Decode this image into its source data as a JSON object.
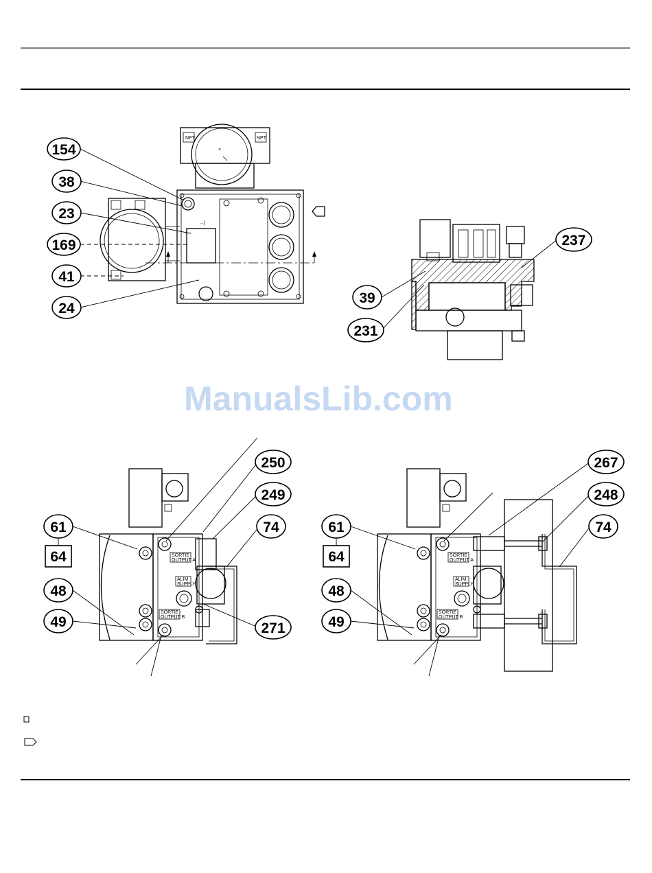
{
  "watermark": "ManualsLib.com",
  "views": {
    "top_left": {
      "callouts": [
        "154",
        "38",
        "23",
        "169",
        "41",
        "24"
      ]
    },
    "top_right": {
      "callouts": [
        "237",
        "39",
        "231"
      ]
    },
    "bottom_left": {
      "callouts": [
        "250",
        "249",
        "74",
        "61",
        "64",
        "48",
        "49",
        "271"
      ]
    },
    "bottom_right": {
      "callouts": [
        "267",
        "248",
        "74",
        "61",
        "64",
        "48",
        "49"
      ]
    }
  },
  "legend": {
    "items": [
      {
        "icon": "square-marker-icon",
        "text": ""
      },
      {
        "icon": "flag-marker-icon",
        "text": ""
      }
    ]
  },
  "colors": {
    "line": "#000000",
    "watermark": "#c5d9f2",
    "background": "#ffffff"
  }
}
